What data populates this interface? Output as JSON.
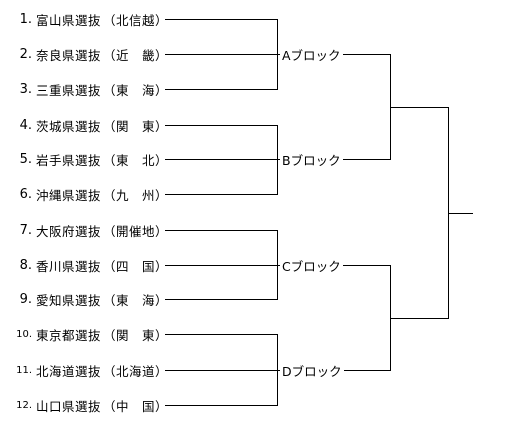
{
  "teams": [
    {
      "num": "1.",
      "name": "富山県選抜",
      "region": "（北信越）"
    },
    {
      "num": "2.",
      "name": "奈良県選抜",
      "region": "（近　畿）"
    },
    {
      "num": "3.",
      "name": "三重県選抜",
      "region": "（東　海）"
    },
    {
      "num": "4.",
      "name": "茨城県選抜",
      "region": "（関　東）"
    },
    {
      "num": "5.",
      "name": "岩手県選抜",
      "region": "（東　北）"
    },
    {
      "num": "6.",
      "name": "沖縄県選抜",
      "region": "（九　州）"
    },
    {
      "num": "7.",
      "name": "大阪府選抜",
      "region": "（開催地）"
    },
    {
      "num": "8.",
      "name": "香川県選抜",
      "region": "（四　国）"
    },
    {
      "num": "9.",
      "name": "愛知県選抜",
      "region": "（東　海）"
    },
    {
      "num": "10.",
      "name": "東京都選抜",
      "region": "（関　東）"
    },
    {
      "num": "11.",
      "name": "北海道選抜",
      "region": "（北海道）"
    },
    {
      "num": "12.",
      "name": "山口県選抜",
      "region": "（中　国）"
    }
  ],
  "blocks": [
    {
      "label": "Aブロック"
    },
    {
      "label": "Bブロック"
    },
    {
      "label": "Cブロック"
    },
    {
      "label": "Dブロック"
    }
  ]
}
